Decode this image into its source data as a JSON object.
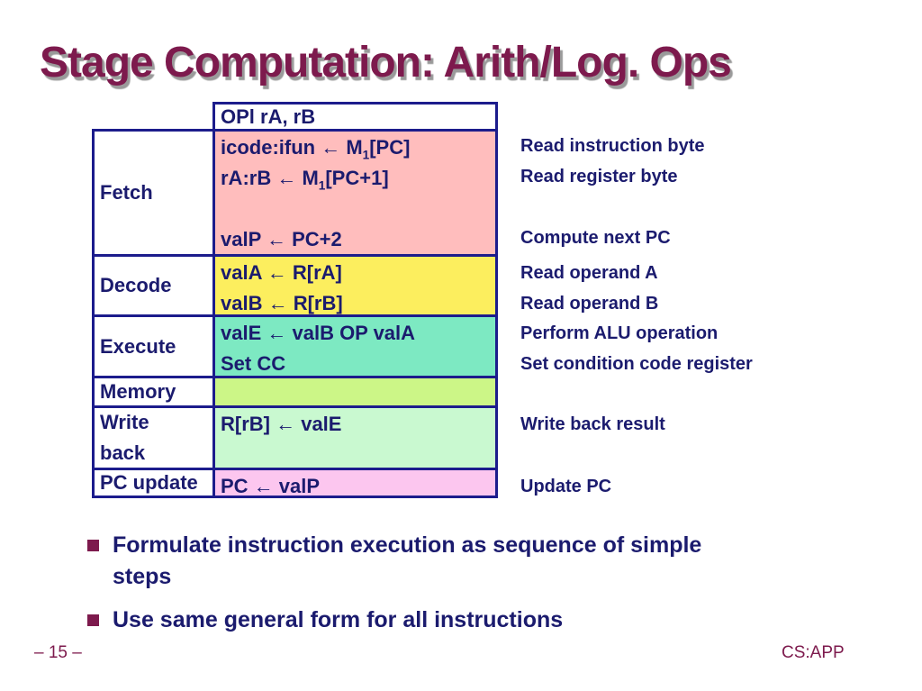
{
  "title": "Stage Computation: Arith/Log. Ops",
  "colors": {
    "accent_maroon": "#7d1a4d",
    "text_navy": "#1b1b6e",
    "border_navy": "#1c1c8c",
    "title_shadow_gray": "#9a9a9a",
    "fetch_bg": "#ffbdbd",
    "decode_bg": "#fcee5e",
    "execute_bg": "#7de9c2",
    "memory_bg": "#ccf687",
    "writeback_bg": "#c9f9d0",
    "pcupdate_bg": "#fcc6ef"
  },
  "table": {
    "instruction": "OPl rA, rB",
    "rows": [
      {
        "stage_lines": [
          "Fetch"
        ],
        "bg": "#ffbdbd",
        "content_lines": [
          "icode:ifun &#8592; M<sub>1</sub>[PC]",
          "rA:rB &#8592; M<sub>1</sub>[PC+1]",
          "",
          "valP &#8592; PC+2"
        ],
        "annotation_lines": [
          "Read instruction byte",
          "Read register byte",
          "",
          "Compute next PC"
        ]
      },
      {
        "stage_lines": [
          "Decode"
        ],
        "bg": "#fcee5e",
        "content_lines": [
          "valA &#8592; R[rA]",
          "valB &#8592; R[rB]"
        ],
        "annotation_lines": [
          "Read operand A",
          "Read operand B"
        ]
      },
      {
        "stage_lines": [
          "Execute"
        ],
        "bg": "#7de9c2",
        "content_lines": [
          "valE &#8592; valB OP valA",
          "Set CC"
        ],
        "annotation_lines": [
          "Perform ALU operation",
          "Set condition code register"
        ]
      },
      {
        "stage_lines": [
          "Memory"
        ],
        "bg": "#ccf687",
        "content_lines": [
          ""
        ],
        "annotation_lines": [
          ""
        ]
      },
      {
        "stage_lines": [
          "Write",
          "back"
        ],
        "bg": "#c9f9d0",
        "content_lines": [
          "R[rB] &#8592; valE"
        ],
        "annotation_lines": [
          "Write back result"
        ]
      },
      {
        "stage_lines": [
          "PC update"
        ],
        "bg": "#fcc6ef",
        "content_lines": [
          "PC &#8592; valP"
        ],
        "annotation_lines": [
          "Update PC"
        ]
      }
    ]
  },
  "bullets": [
    {
      "lines": [
        "Formulate instruction execution as sequence of simple",
        "steps"
      ]
    },
    {
      "lines": [
        "Use same general form for all instructions"
      ]
    }
  ],
  "footer": {
    "page": "– 15 –",
    "brand": "CS:APP"
  }
}
